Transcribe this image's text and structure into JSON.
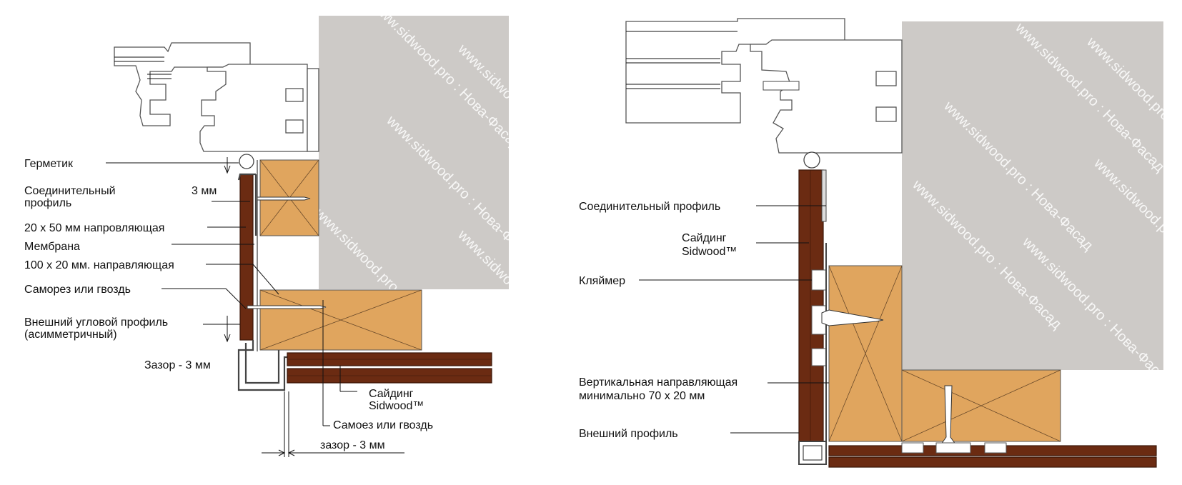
{
  "left": {
    "labels": {
      "sealant": "Герметик",
      "gap_top": "3 мм",
      "joint_profile": "Соединительный\nпрофиль",
      "guide_20x50": "20 х 50 мм напровляющая",
      "membrane": "Мембрана",
      "guide_100x20": "100 х 20 мм. направляющая",
      "screw_or_nail": "Саморез или гвоздь",
      "outer_corner_profile": "Внешний угловой профиль\n(асимметричный)",
      "gap_side": "Зазор - 3 мм",
      "siding": "Сайдинг\nSidwood™",
      "screw_or_nail_2": "Самоез или гвоздь",
      "gap_bottom": "зазор - 3 мм"
    }
  },
  "right": {
    "labels": {
      "joint_profile": "Соединительный профиль",
      "siding": "Сайдинг\nSidwood™",
      "clamp": "Кляймер",
      "vertical_guide": "Вертикальная направляющая\nминимально 70 х 20 мм",
      "outer_profile": "Внешний профиль"
    }
  },
  "watermark": "www.sidwood.pro : Нова-Фасад",
  "colors": {
    "wall": "#cdcac7",
    "wood": "#e0a55e",
    "siding": "#6b2b12",
    "line": "#111111"
  }
}
